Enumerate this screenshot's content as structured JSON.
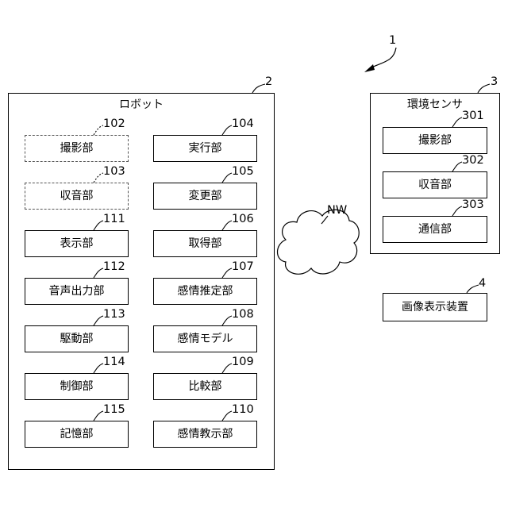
{
  "system": {
    "ref": "1"
  },
  "robot": {
    "ref": "2",
    "title": "ロボット",
    "left_units": [
      {
        "ref": "102",
        "label": "撮影部",
        "dashed": true
      },
      {
        "ref": "103",
        "label": "収音部",
        "dashed": true
      },
      {
        "ref": "111",
        "label": "表示部",
        "dashed": false
      },
      {
        "ref": "112",
        "label": "音声出力部",
        "dashed": false
      },
      {
        "ref": "113",
        "label": "駆動部",
        "dashed": false
      },
      {
        "ref": "114",
        "label": "制御部",
        "dashed": false
      },
      {
        "ref": "115",
        "label": "記憶部",
        "dashed": false
      }
    ],
    "right_units": [
      {
        "ref": "104",
        "label": "実行部"
      },
      {
        "ref": "105",
        "label": "変更部"
      },
      {
        "ref": "106",
        "label": "取得部"
      },
      {
        "ref": "107",
        "label": "感情推定部"
      },
      {
        "ref": "108",
        "label": "感情モデル"
      },
      {
        "ref": "109",
        "label": "比較部"
      },
      {
        "ref": "110",
        "label": "感情教示部"
      }
    ]
  },
  "network": {
    "label": "NW"
  },
  "env_sensor": {
    "ref": "3",
    "title": "環境センサ",
    "units": [
      {
        "ref": "301",
        "label": "撮影部"
      },
      {
        "ref": "302",
        "label": "収音部"
      },
      {
        "ref": "303",
        "label": "通信部"
      }
    ]
  },
  "display_device": {
    "ref": "4",
    "label": "画像表示装置"
  }
}
